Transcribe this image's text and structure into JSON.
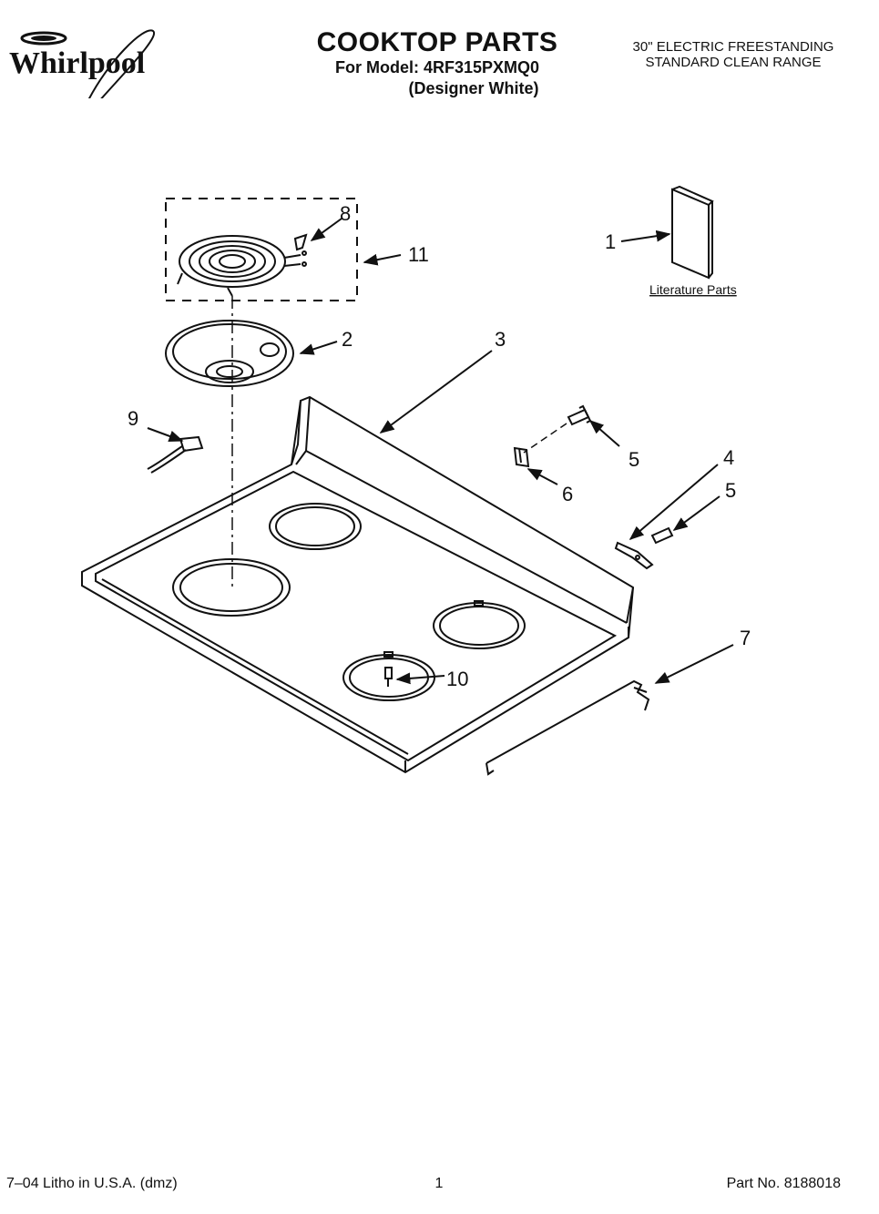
{
  "header": {
    "brand": "Whirlpool",
    "title": "COOKTOP PARTS",
    "model_line": "For Model: 4RF315PXMQ0",
    "color_line": "(Designer White)",
    "description_line1": "30\" ELECTRIC FREESTANDING",
    "description_line2": "STANDARD CLEAN RANGE"
  },
  "callouts": {
    "c1": "1",
    "c2": "2",
    "c3": "3",
    "c4": "4",
    "c5a": "5",
    "c5b": "5",
    "c6": "6",
    "c7": "7",
    "c8": "8",
    "c9": "9",
    "c10": "10",
    "c11": "11"
  },
  "literature_label": "Literature Parts",
  "footer": {
    "left": "7–04 Litho in U.S.A. (dmz)",
    "page": "1",
    "part_no": "Part No. 8188018"
  }
}
